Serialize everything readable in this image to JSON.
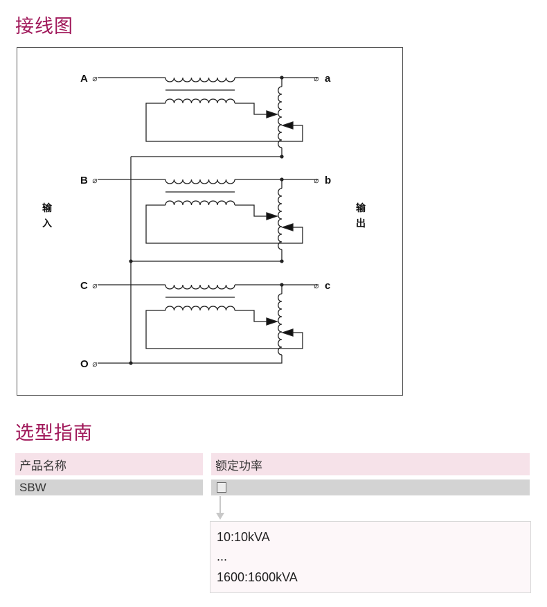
{
  "sections": {
    "wiring_title": "接线图",
    "selection_title": "选型指南"
  },
  "diagram": {
    "input_terminals": [
      "A",
      "B",
      "C",
      "O"
    ],
    "output_terminals": [
      "a",
      "b",
      "c"
    ],
    "input_label": [
      "输",
      "入"
    ],
    "output_label": [
      "输",
      "出"
    ],
    "terminal_symbol": "⌀"
  },
  "selection": {
    "headers": [
      "产品名称",
      "额定功率"
    ],
    "row": {
      "product_name": "SBW",
      "power_placeholder": "□"
    },
    "power_options": [
      "10:10kVA",
      "...",
      "1600:1600kVA"
    ]
  },
  "colors": {
    "title": "#a0185a",
    "header_bg": "#f6e2e9",
    "row_bg": "#d3d3d3",
    "options_bg": "#fdf7f9"
  }
}
